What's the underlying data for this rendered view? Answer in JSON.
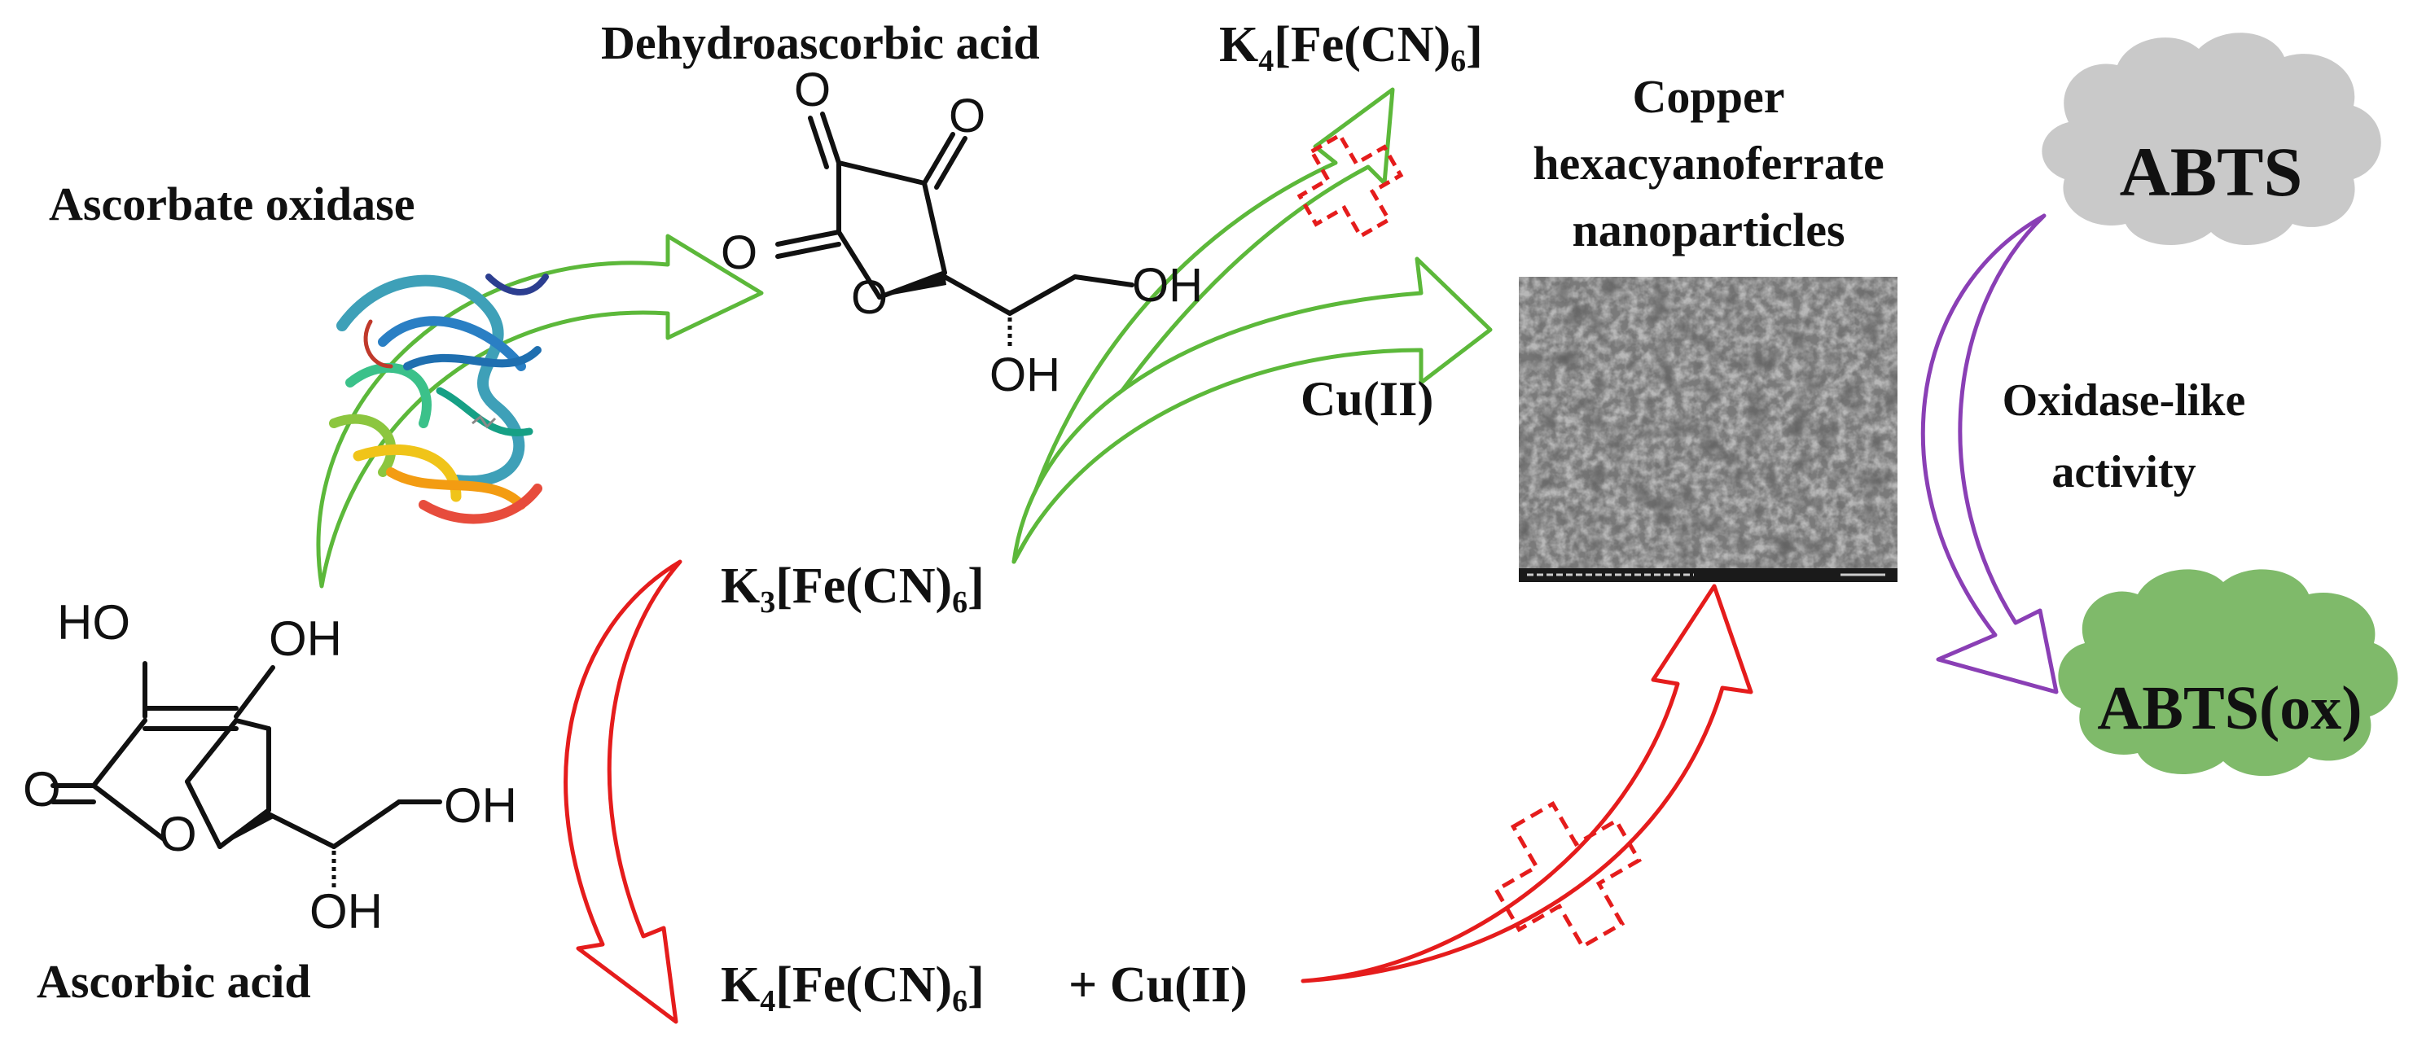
{
  "labels": {
    "dehydroascorbic_acid": "Dehydroascorbic acid",
    "ascorbate_oxidase": "Ascorbate oxidase",
    "ascorbic_acid": "Ascorbic acid",
    "k4_top_main": "K",
    "k4_top_sub1": "4",
    "k4_top_mid": "[Fe(CN)",
    "k4_top_sub2": "6",
    "k4_top_end": "]",
    "k3_main": "K",
    "k3_sub1": "3",
    "k3_mid": "[Fe(CN)",
    "k3_sub2": "6",
    "k3_end": "]",
    "k4_bottom_main": "K",
    "k4_bottom_sub1": "4",
    "k4_bottom_mid": "[Fe(CN)",
    "k4_bottom_sub2": "6",
    "k4_bottom_end": "]",
    "plus_cu": "+ Cu(II)",
    "cu_ii": "Cu(II)",
    "nanoparticles": [
      "Copper",
      "hexacyanoferrate",
      "nanoparticles"
    ],
    "oxidase_like": [
      "Oxidase-like",
      "activity"
    ],
    "abts": "ABTS",
    "abts_ox": "ABTS(ox)"
  },
  "atoms": {
    "o": "O",
    "ho": "HO",
    "oh": "OH"
  },
  "colors": {
    "green_arrow": "#5cb83a",
    "red_arrow": "#e51c1c",
    "purple_arrow": "#8a3fb5",
    "cloud_grey": "#c9c9c9",
    "cloud_green": "#7fba6a",
    "text": "#111111"
  },
  "icons": {
    "enzyme": "protein-ribbon-icon",
    "sem": "sem-micrograph-image",
    "blocked": "red-dashed-cross-icon"
  }
}
